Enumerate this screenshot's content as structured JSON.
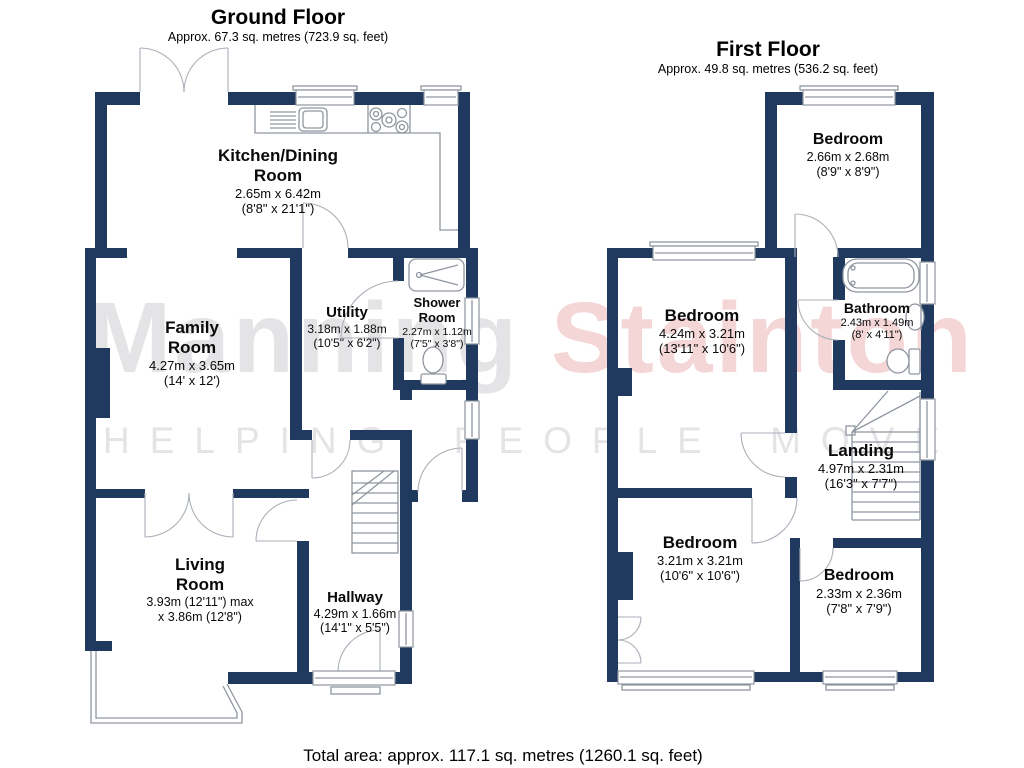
{
  "watermark": {
    "brand_first": "Manning ",
    "brand_second": "Stainton",
    "tagline": "HELPING PEOPLE MOVE"
  },
  "colors": {
    "wall": "#20395f",
    "line": "#8f96a0",
    "watermark_gray": "#e4e4e6",
    "watermark_pink": "#f4d6d7"
  },
  "footer": {
    "total_area": "Total area: approx. 117.1 sq. metres (1260.1 sq. feet)"
  },
  "floors": [
    {
      "title": "Ground Floor",
      "area": "Approx. 67.3 sq. metres (723.9 sq. feet)",
      "rooms": [
        {
          "name1": "Kitchen/Dining",
          "name2": "Room",
          "dim1": "2.65m x 6.42m",
          "dim2": "(8'8\" x 21'1\")"
        },
        {
          "name1": "Family",
          "name2": "Room",
          "dim1": "4.27m x 3.65m",
          "dim2": "(14' x 12')"
        },
        {
          "name1": "Utility",
          "name2": "",
          "dim1": "3.18m x 1.88m",
          "dim2": "(10'5\" x 6'2\")"
        },
        {
          "name1": "Shower",
          "name2": "Room",
          "dim1": "2.27m x 1.12m",
          "dim2": "(7'5\" x 3'8\")"
        },
        {
          "name1": "Living",
          "name2": "Room",
          "dim1": "3.93m (12'11\") max",
          "dim2": "x 3.86m (12'8\")"
        },
        {
          "name1": "Hallway",
          "name2": "",
          "dim1": "4.29m x 1.66m",
          "dim2": "(14'1\" x 5'5\")"
        }
      ]
    },
    {
      "title": "First Floor",
      "area": "Approx. 49.8 sq. metres (536.2 sq. feet)",
      "rooms": [
        {
          "name1": "Bedroom",
          "name2": "",
          "dim1": "2.66m x 2.68m",
          "dim2": "(8'9\" x 8'9\")"
        },
        {
          "name1": "Bedroom",
          "name2": "",
          "dim1": "4.24m x 3.21m",
          "dim2": "(13'11\" x 10'6\")"
        },
        {
          "name1": "Bathroom",
          "name2": "",
          "dim1": "2.43m x 1.49m",
          "dim2": "(8' x 4'11\")"
        },
        {
          "name1": "Landing",
          "name2": "",
          "dim1": "4.97m x 2.31m",
          "dim2": "(16'3\" x 7'7\")"
        },
        {
          "name1": "Bedroom",
          "name2": "",
          "dim1": "3.21m x 3.21m",
          "dim2": "(10'6\" x 10'6\")"
        },
        {
          "name1": "Bedroom",
          "name2": "",
          "dim1": "2.33m x 2.36m",
          "dim2": "(7'8\" x 7'9\")"
        }
      ]
    }
  ]
}
